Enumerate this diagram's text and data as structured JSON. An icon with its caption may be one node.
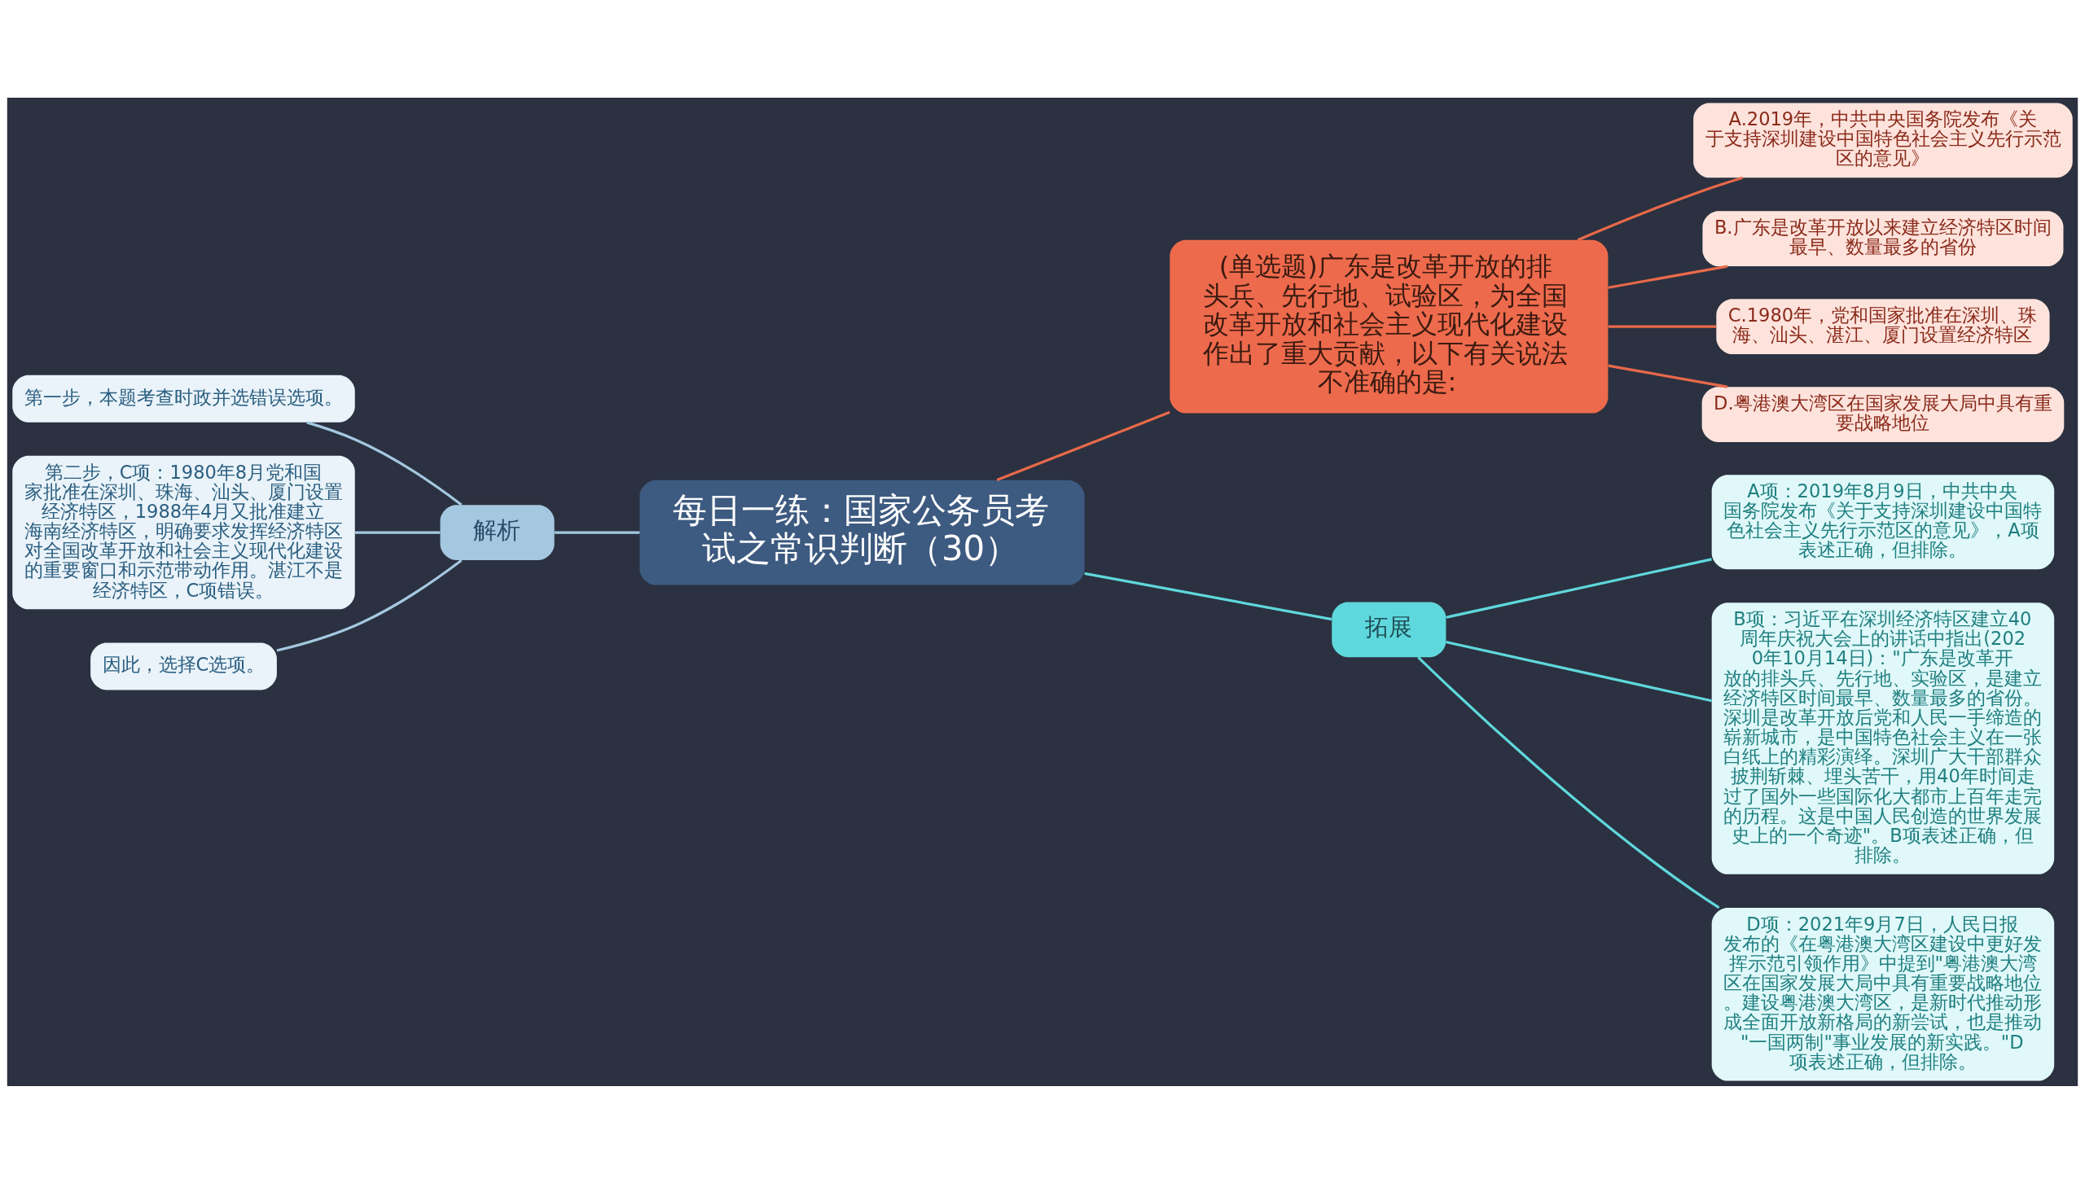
{
  "diagram": {
    "nodes": [
      {
        "text": [
          "每日一练：国家公务员考试之常识判断（30）"
        ]
      },
      {
        "text": [
          "(单选题)广东是改革开放的排头兵、先行地、试验区，为全国改革开放和社会主义现代化建设作出了重大贡献，以下有关说法不准确的是:"
        ]
      },
      {
        "text": [
          "A.2019年，中共中央国务院发布《关于支持深圳建设中国特色社会主义先行示范区的意见》"
        ]
      },
      {
        "text": [
          "B.广东是改革开放以来建立经济特区时间最早、数量最多的省份"
        ]
      },
      {
        "text": [
          "C.1980年，党和国家批准在深圳、珠海、汕头、湛江、厦门设置经济特区"
        ]
      },
      {
        "text": [
          "D.粤港澳大湾区在国家发展大局中具有重要战略地位"
        ]
      },
      {
        "text": [
          "解析"
        ]
      },
      {
        "text": [
          "第一步，本题考查时政并选错误选项。"
        ]
      },
      {
        "text": [
          "第二步，C项：1980年8月党和国家批准在深圳、珠海、汕头、厦门设置经济特区，1988年4月又批准建立海南经济特区，明确要求发挥经济特区对全国改革开放和社会主义现代化建设的重要窗口和示范带动作用。湛江不是经济特区，C项错误。"
        ]
      },
      {
        "text": [
          "因此，选择C选项。"
        ]
      },
      {
        "text": [
          "拓展"
        ]
      },
      {
        "text": [
          "A项：2019年8月9日，中共中央国务院发布《关于支持深圳建设中国特色社会主义先行示范区的意见》，A项表述正确，但排除。"
        ]
      },
      {
        "text": [
          "B项：习近平在深圳经济特区建立40周年庆祝大会上的讲话中指出(2020年10月14日)：\"广东是改革开放的排头兵、先行地、实验区，是建立经济特区时间最早、数量最多的省份。深圳是改革开放后党和人民一手缔造的崭新城市，是中国特色社会主义在一张白纸上的精彩演绎。深圳广大干部群众披荆斩棘、埋头苦干，用40年时间走过了国外一些国际化大都市上百年走完的历程。这是中国人民创造的世界发展史上的一个奇迹\"。B项表述正确，但排除。"
        ]
      },
      {
        "text": [
          "D项：2021年9月7日，人民日报发布的《在粤港澳大湾区建设中更好发挥示范引领作用》中提到\"粤港澳大湾区在国家发展大局中具有重要战略地位。建设粤港澳大湾区，是新时代推动形成全面开放新格局的新尝试，也是推动\"一国两制\"事业发展的新实践。\"D项表述正确，但排除。"
        ]
      }
    ],
    "edges": [
      {
        "from": 0,
        "to": 1,
        "arrow": "none",
        "color": "#e8694a"
      },
      {
        "from": 1,
        "to": 2,
        "arrow": "none",
        "color": "#e8694a"
      },
      {
        "from": 1,
        "to": 3,
        "arrow": "none",
        "color": "#e8694a"
      },
      {
        "from": 1,
        "to": 4,
        "arrow": "none",
        "color": "#e8694a"
      },
      {
        "from": 1,
        "to": 5,
        "arrow": "none",
        "color": "#e8694a"
      },
      {
        "from": 6,
        "to": 0,
        "arrow": "none",
        "color": "#a4c8e0"
      },
      {
        "from": 7,
        "to": 6,
        "arrow": "none",
        "color": "#a4c8e0"
      },
      {
        "from": 8,
        "to": 6,
        "arrow": "none",
        "color": "#a4c8e0"
      },
      {
        "from": 9,
        "to": 6,
        "arrow": "none",
        "color": "#a4c8e0"
      },
      {
        "from": 0,
        "to": 10,
        "arrow": "none",
        "color": "#5fd8dd"
      },
      {
        "from": 10,
        "to": 11,
        "arrow": "none",
        "color": "#5fd8dd"
      },
      {
        "from": 10,
        "to": 12,
        "arrow": "none",
        "color": "#5fd8dd"
      },
      {
        "from": 10,
        "to": 13,
        "arrow": "none",
        "color": "#5fd8dd"
      }
    ]
  }
}
